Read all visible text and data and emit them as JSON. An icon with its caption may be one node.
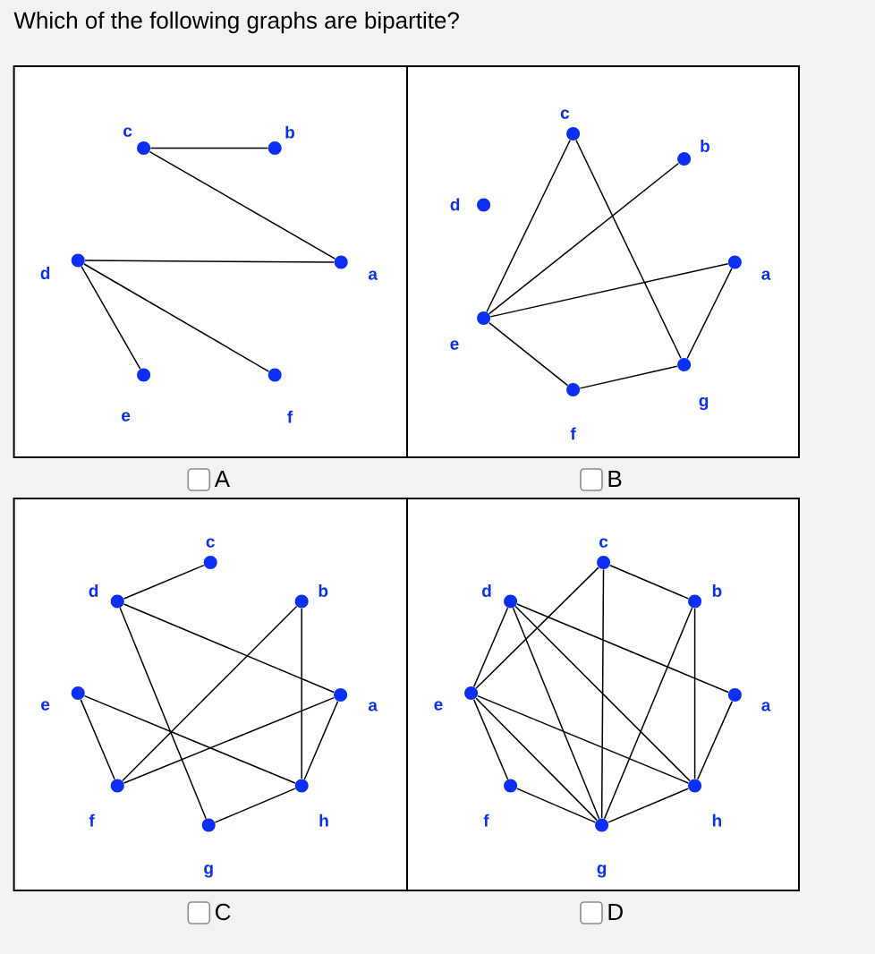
{
  "diagram": {
    "title": "Which of the following graphs are bipartite?",
    "nodes": [
      {
        "text": [],
        "shape": "box",
        "beside": [
          "A"
        ]
      },
      {
        "text": [],
        "shape": "circle",
        "in": 0,
        "beside": [
          "c"
        ]
      },
      {
        "text": [],
        "shape": "circle",
        "in": 0,
        "beside": [
          "b"
        ]
      },
      {
        "text": [],
        "shape": "circle",
        "in": 0,
        "beside": [
          "d"
        ]
      },
      {
        "text": [],
        "shape": "circle",
        "in": 0,
        "beside": [
          "a"
        ]
      },
      {
        "text": [],
        "shape": "circle",
        "in": 0,
        "beside": [
          "e"
        ]
      },
      {
        "text": [],
        "shape": "circle",
        "in": 0,
        "beside": [
          "f"
        ]
      },
      {
        "text": [],
        "shape": "box",
        "beside": [
          "B"
        ]
      },
      {
        "text": [],
        "shape": "circle",
        "in": 7,
        "beside": [
          "c"
        ]
      },
      {
        "text": [],
        "shape": "circle",
        "in": 7,
        "beside": [
          "b"
        ]
      },
      {
        "text": [],
        "shape": "circle",
        "in": 7,
        "beside": [
          "d"
        ]
      },
      {
        "text": [],
        "shape": "circle",
        "in": 7,
        "beside": [
          "a"
        ]
      },
      {
        "text": [],
        "shape": "circle",
        "in": 7,
        "beside": [
          "e"
        ]
      },
      {
        "text": [],
        "shape": "circle",
        "in": 7,
        "beside": [
          "g"
        ]
      },
      {
        "text": [],
        "shape": "circle",
        "in": 7,
        "beside": [
          "f"
        ]
      },
      {
        "text": [],
        "shape": "box",
        "beside": [
          "C"
        ]
      },
      {
        "text": [],
        "shape": "circle",
        "in": 15,
        "beside": [
          "c"
        ]
      },
      {
        "text": [],
        "shape": "circle",
        "in": 15,
        "beside": [
          "d"
        ]
      },
      {
        "text": [],
        "shape": "circle",
        "in": 15,
        "beside": [
          "b"
        ]
      },
      {
        "text": [],
        "shape": "circle",
        "in": 15,
        "beside": [
          "e"
        ]
      },
      {
        "text": [],
        "shape": "circle",
        "in": 15,
        "beside": [
          "a"
        ]
      },
      {
        "text": [],
        "shape": "circle",
        "in": 15,
        "beside": [
          "f"
        ]
      },
      {
        "text": [],
        "shape": "circle",
        "in": 15,
        "beside": [
          "h"
        ]
      },
      {
        "text": [],
        "shape": "circle",
        "in": 15,
        "beside": [
          "g"
        ]
      },
      {
        "text": [],
        "shape": "box",
        "beside": [
          "D"
        ]
      },
      {
        "text": [],
        "shape": "circle",
        "in": 24,
        "beside": [
          "c"
        ]
      },
      {
        "text": [],
        "shape": "circle",
        "in": 24,
        "beside": [
          "d"
        ]
      },
      {
        "text": [],
        "shape": "circle",
        "in": 24,
        "beside": [
          "b"
        ]
      },
      {
        "text": [],
        "shape": "circle",
        "in": 24,
        "beside": [
          "e"
        ]
      },
      {
        "text": [],
        "shape": "circle",
        "in": 24,
        "beside": [
          "a"
        ]
      },
      {
        "text": [],
        "shape": "circle",
        "in": 24,
        "beside": [
          "f"
        ]
      },
      {
        "text": [],
        "shape": "circle",
        "in": 24,
        "beside": [
          "h"
        ]
      },
      {
        "text": [],
        "shape": "circle",
        "in": 24,
        "beside": [
          "g"
        ]
      }
    ],
    "edges": [
      {
        "from": 1,
        "to": 2,
        "arrow": "none"
      },
      {
        "from": 1,
        "to": 4,
        "arrow": "none"
      },
      {
        "from": 3,
        "to": 4,
        "arrow": "none"
      },
      {
        "from": 3,
        "to": 5,
        "arrow": "none"
      },
      {
        "from": 3,
        "to": 6,
        "arrow": "none"
      },
      {
        "from": 8,
        "to": 12,
        "arrow": "none"
      },
      {
        "from": 8,
        "to": 13,
        "arrow": "none"
      },
      {
        "from": 9,
        "to": 12,
        "arrow": "none"
      },
      {
        "from": 11,
        "to": 12,
        "arrow": "none"
      },
      {
        "from": 11,
        "to": 13,
        "arrow": "none"
      },
      {
        "from": 12,
        "to": 14,
        "arrow": "none"
      },
      {
        "from": 14,
        "to": 13,
        "arrow": "none"
      },
      {
        "from": 17,
        "to": 16,
        "arrow": "none"
      },
      {
        "from": 17,
        "to": 20,
        "arrow": "none"
      },
      {
        "from": 17,
        "to": 23,
        "arrow": "none"
      },
      {
        "from": 18,
        "to": 21,
        "arrow": "none"
      },
      {
        "from": 18,
        "to": 22,
        "arrow": "none"
      },
      {
        "from": 19,
        "to": 21,
        "arrow": "none"
      },
      {
        "from": 19,
        "to": 22,
        "arrow": "none"
      },
      {
        "from": 20,
        "to": 21,
        "arrow": "none"
      },
      {
        "from": 20,
        "to": 22,
        "arrow": "none"
      },
      {
        "from": 23,
        "to": 22,
        "arrow": "none"
      },
      {
        "from": 25,
        "to": 32,
        "arrow": "none"
      },
      {
        "from": 25,
        "to": 27,
        "arrow": "none"
      },
      {
        "from": 25,
        "to": 28,
        "arrow": "none"
      },
      {
        "from": 27,
        "to": 31,
        "arrow": "none"
      },
      {
        "from": 27,
        "to": 32,
        "arrow": "none"
      },
      {
        "from": 26,
        "to": 28,
        "arrow": "none"
      },
      {
        "from": 26,
        "to": 32,
        "arrow": "none"
      },
      {
        "from": 26,
        "to": 31,
        "arrow": "none"
      },
      {
        "from": 26,
        "to": 29,
        "arrow": "none"
      },
      {
        "from": 29,
        "to": 31,
        "arrow": "none"
      },
      {
        "from": 28,
        "to": 30,
        "arrow": "none"
      },
      {
        "from": 28,
        "to": 32,
        "arrow": "none"
      },
      {
        "from": 28,
        "to": 31,
        "arrow": "none"
      },
      {
        "from": 30,
        "to": 32,
        "arrow": "none"
      },
      {
        "from": 32,
        "to": 31,
        "arrow": "none"
      }
    ]
  }
}
